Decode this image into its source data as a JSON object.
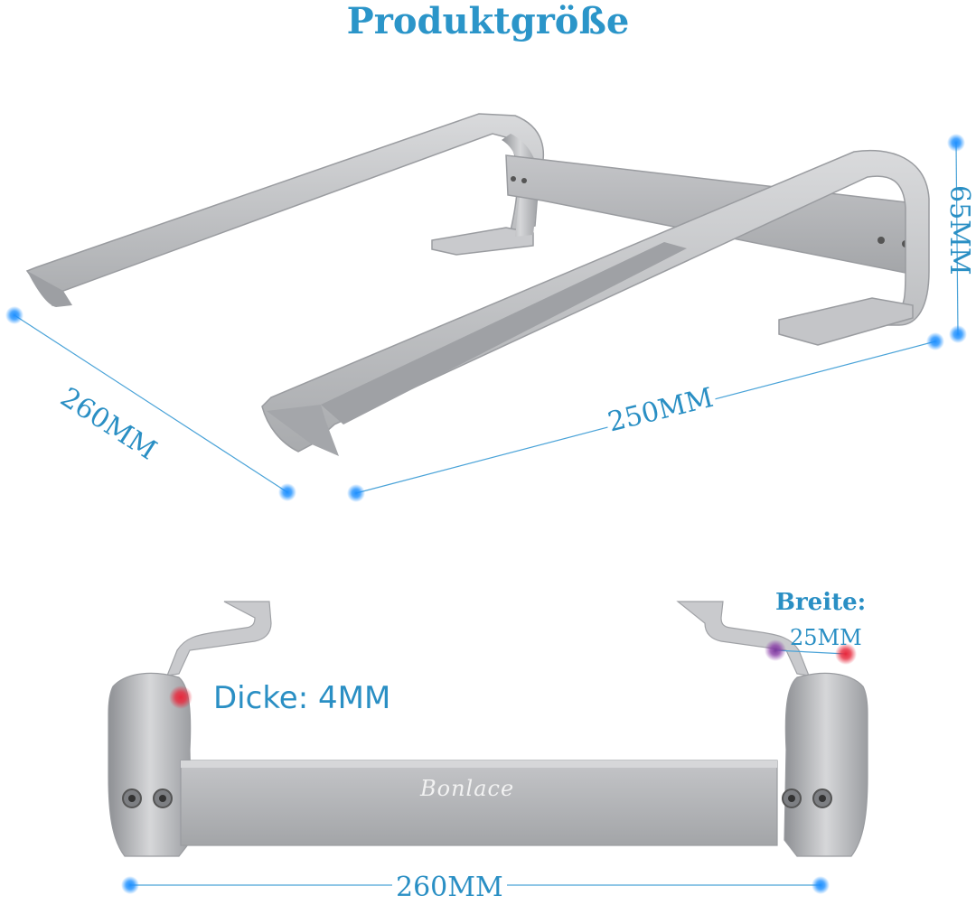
{
  "title": "Produktgröße",
  "dimensions": {
    "depth_top": "260MM",
    "width_top": "250MM",
    "height": "65MM",
    "thickness": "Dicke: 4MM",
    "width_label": "Breite:",
    "width_value": "25MM",
    "width_bottom": "260MM"
  },
  "brand": "Bonlace",
  "colors": {
    "accent": "#2b95c9",
    "marker_blue": "#1e90ff",
    "marker_red": "#e8283c",
    "metal": "#b8b9bc"
  }
}
